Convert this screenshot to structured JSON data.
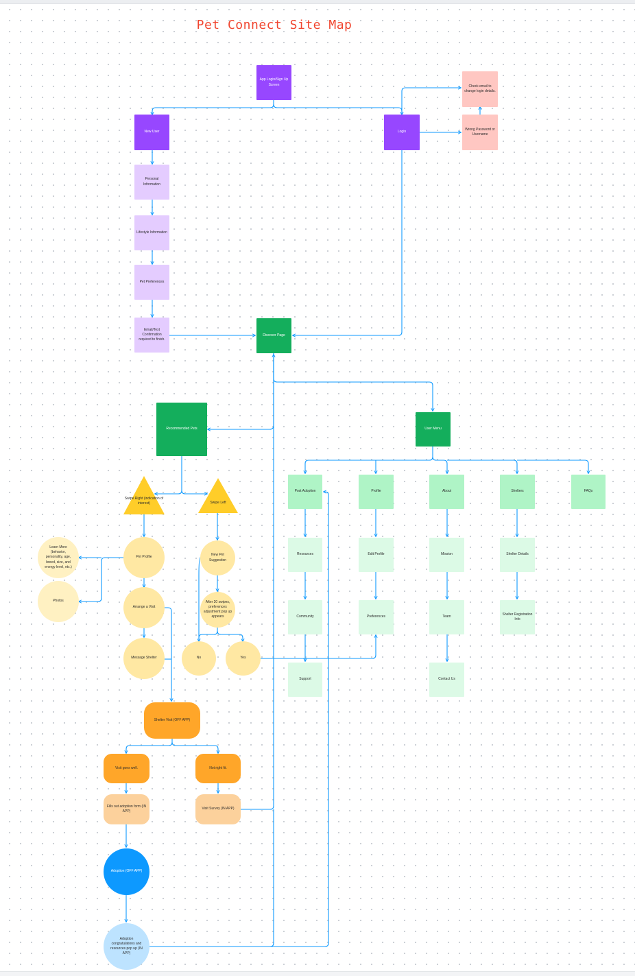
{
  "title": "Pet Connect Site Map",
  "colors": {
    "title": "#f0452f",
    "connector": "#0d99ff",
    "purple": "#9747ff",
    "lavender": "#e4ccff",
    "pink": "#ffc7c2",
    "green": "#14ae5c",
    "mint": "#aff4c6",
    "mint_light": "#dcfae6",
    "yellow_triangle": "#ffcd29",
    "yellow": "#ffe8a3",
    "cream": "#fff1c2",
    "orange": "#ffa629",
    "peach": "#fcd19c",
    "blue": "#0d99ff",
    "light_blue": "#bde3ff"
  },
  "nodes": {
    "login_signup": "App Login/Sign Up Screen",
    "check_email": "Check email to change login details.",
    "new_user": "New User",
    "login": "Login",
    "wrong_password": "Wrong Password or Username",
    "personal_info": "Personal Information",
    "lifestyle_info": "Lifestyle Information",
    "pet_preferences": "Pet Preferences",
    "email_confirmation": "Email/Text Confirmation required to finish.",
    "discover_page": "Discover Page",
    "recommended_pets": "Recommended Pets",
    "user_menu": "User Menu",
    "swipe_right": "Swipe Right (indication of interest)",
    "swipe_left": "Swipe Left",
    "pet_profile": "Pet Profile",
    "new_pet_suggestion": "New Pet Suggestion",
    "learn_more": "Learn More (behavior, personality, age, breed, size, and energy level, etc.)",
    "photos": "Photos",
    "arrange_visit": "Arrange a Visit",
    "after_20_swipes": "After 20 swipes, preferences adjustment pop up appears",
    "message_shelter": "Message Shelter",
    "no": "No",
    "yes": "Yes",
    "shelter_visit": "Shelter Visit (OFF APP)",
    "visit_goes_well": "Visit goes well.",
    "not_right_fit": "Not right fit.",
    "fills_adoption_form": "Fills out adoption form (IN APP)",
    "visit_survey": "Visit Survey (IN APP)",
    "adoption": "Adoption (OFF APP)",
    "adoption_congrats": "Adoption congratulations and resources pop up (IN APP)",
    "post_adoption": "Post Adoption",
    "profile": "Profile",
    "about": "About",
    "shelters": "Shelters",
    "faqs": "FAQs",
    "resources": "Resources",
    "edit_profile": "Edit Profile",
    "mission": "Mission",
    "shelter_details": "Shelter Details",
    "community": "Community",
    "preferences": "Preferences",
    "team": "Team",
    "shelter_registration": "Shelter Registration Info",
    "support": "Support",
    "contact_us": "Contact Us"
  }
}
